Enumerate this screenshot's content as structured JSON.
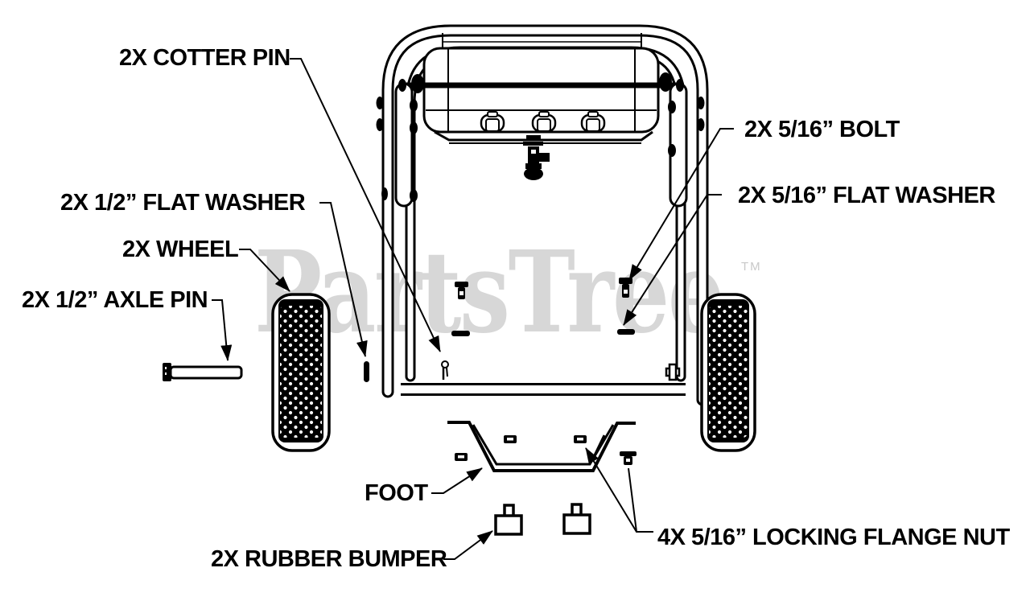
{
  "watermark": {
    "text": "PartsTree",
    "tm": "TM",
    "color": "#d7d7d7"
  },
  "diagram": {
    "type": "exploded-parts-diagram",
    "subject": "cart frame rear view with wheels, foot and fasteners",
    "line_color": "#000000",
    "background_color": "#ffffff"
  },
  "labels": {
    "cotter_pin": "2X COTTER PIN",
    "half_flat_washer": "2X 1/2” FLAT WASHER",
    "wheel": "2X WHEEL",
    "axle_pin": "2X 1/2” AXLE PIN",
    "bolt": "2X 5/16” BOLT",
    "flat_washer": "2X 5/16” FLAT WASHER",
    "foot": "FOOT",
    "rubber_bumper": "2X RUBBER BUMPER",
    "locking_flange_nut": "4X 5/16” LOCKING FLANGE NUT"
  }
}
